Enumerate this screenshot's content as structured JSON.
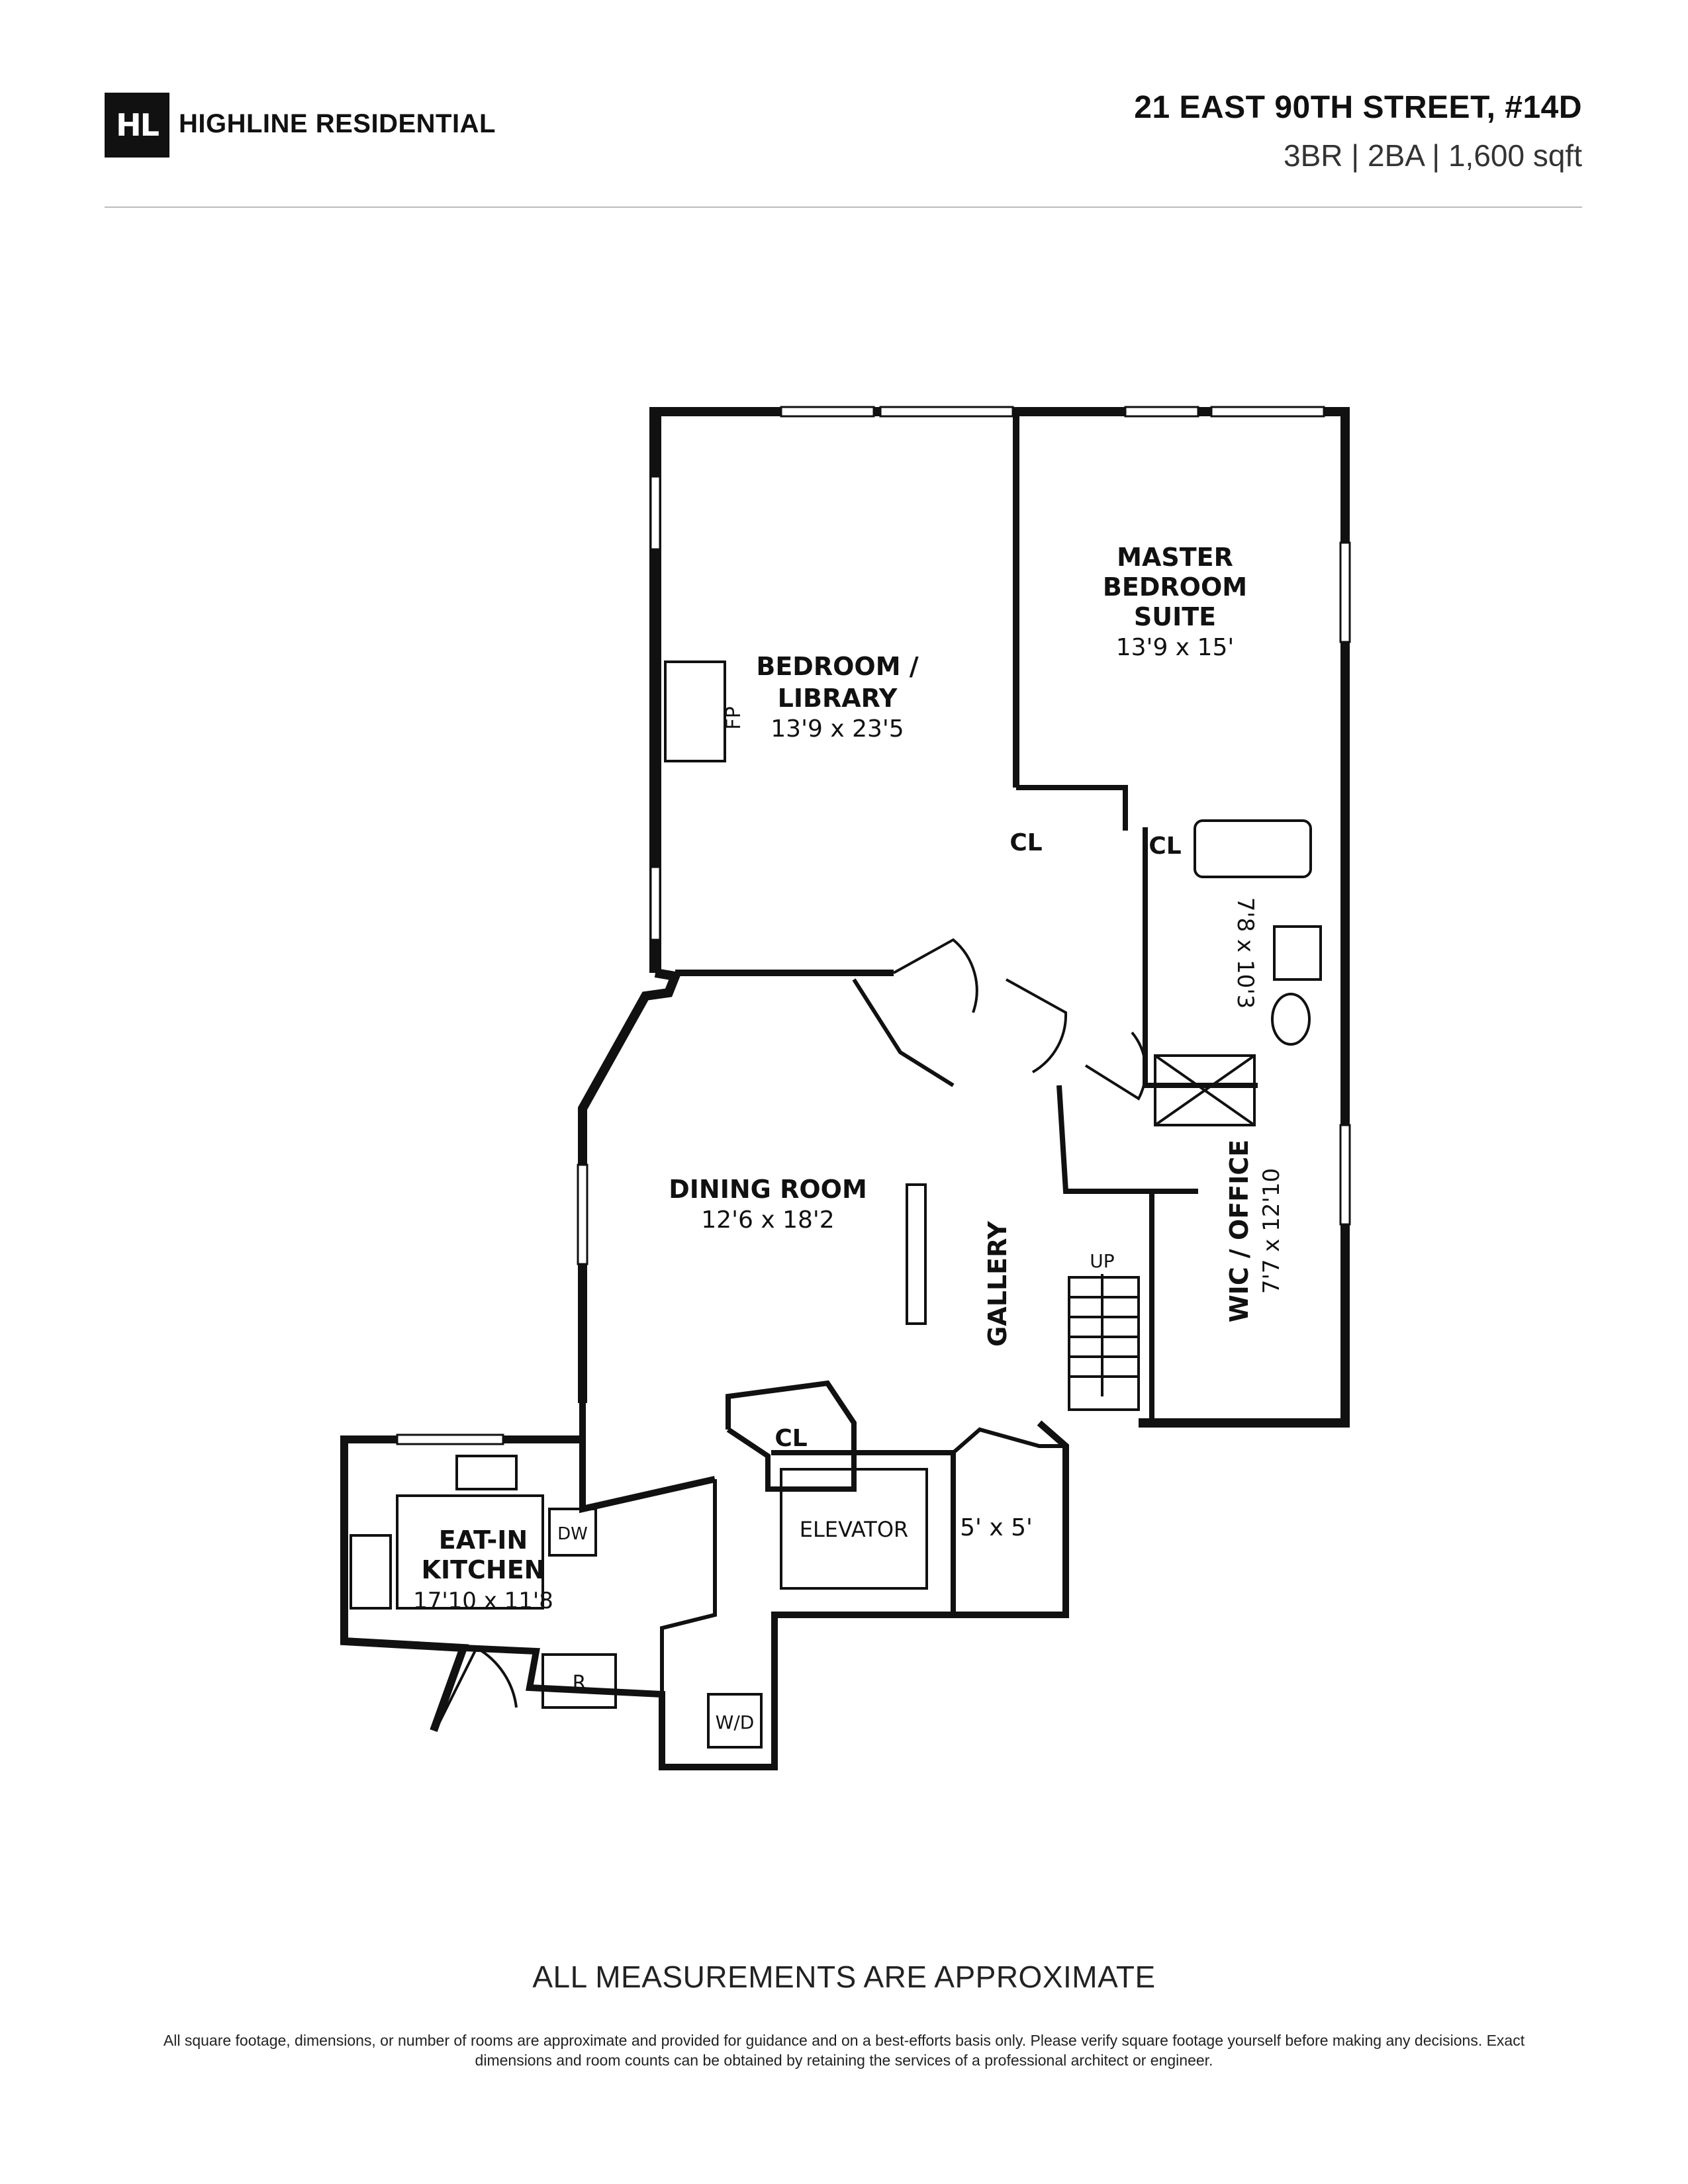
{
  "header": {
    "logo_mark": "HL",
    "brand_name": "HIGHLINE RESIDENTIAL",
    "address": "21 EAST 90TH STREET, #14D",
    "specs": "3BR | 2BA | 1,600 sqft"
  },
  "floor_plan": {
    "rooms": {
      "bedroom_library": {
        "name_line1": "BEDROOM /",
        "name_line2": "LIBRARY",
        "dimensions": "13'9 x 23'5"
      },
      "master_bedroom": {
        "name_line1": "MASTER",
        "name_line2": "BEDROOM",
        "name_line3": "SUITE",
        "dimensions": "13'9 x 15'"
      },
      "bathroom": {
        "dimensions": "7'8 x 10'3"
      },
      "dining_room": {
        "name": "DINING ROOM",
        "dimensions": "12'6 x 18'2"
      },
      "gallery": {
        "name": "GALLERY"
      },
      "wic_office": {
        "name": "WIC / OFFICE",
        "dimensions": "7'7 x 12'10"
      },
      "kitchen": {
        "name_line1": "EAT-IN",
        "name_line2": "KITCHEN",
        "dimensions": "17'10 x 11'8"
      },
      "vestibule": {
        "dimensions": "5' x 5'"
      }
    },
    "labels": {
      "fireplace": "FP",
      "closet_1": "CL",
      "closet_2": "CL",
      "closet_3": "CL",
      "stairs_up": "UP",
      "elevator": "ELEVATOR",
      "dishwasher": "DW",
      "refrigerator": "R",
      "washer_dryer": "W/D"
    }
  },
  "footer": {
    "notice": "ALL MEASUREMENTS ARE APPROXIMATE",
    "disclaimer": "All square footage, dimensions, or number of rooms are approximate and provided for guidance and on a best-efforts basis only. Please verify square footage yourself before making any decisions. Exact dimensions and room counts can be obtained by retaining the services of a professional architect or engineer."
  }
}
